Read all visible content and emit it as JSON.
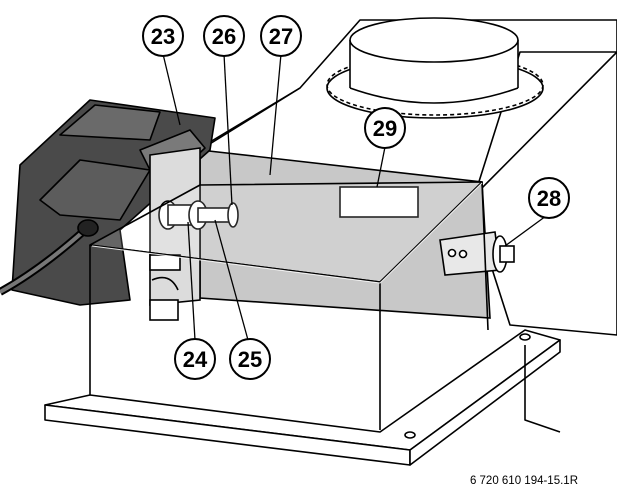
{
  "colors": {
    "background": "#ffffff",
    "line": "#000000",
    "panel_grey": "#c8c8c8",
    "housing_dark": "#4a4a4a",
    "label_box": "#ffffff"
  },
  "callouts": {
    "c23": "23",
    "c24": "24",
    "c25": "25",
    "c26": "26",
    "c27": "27",
    "c28": "28",
    "c29": "29"
  },
  "reference_code": "6 720 610 194-15.1R"
}
